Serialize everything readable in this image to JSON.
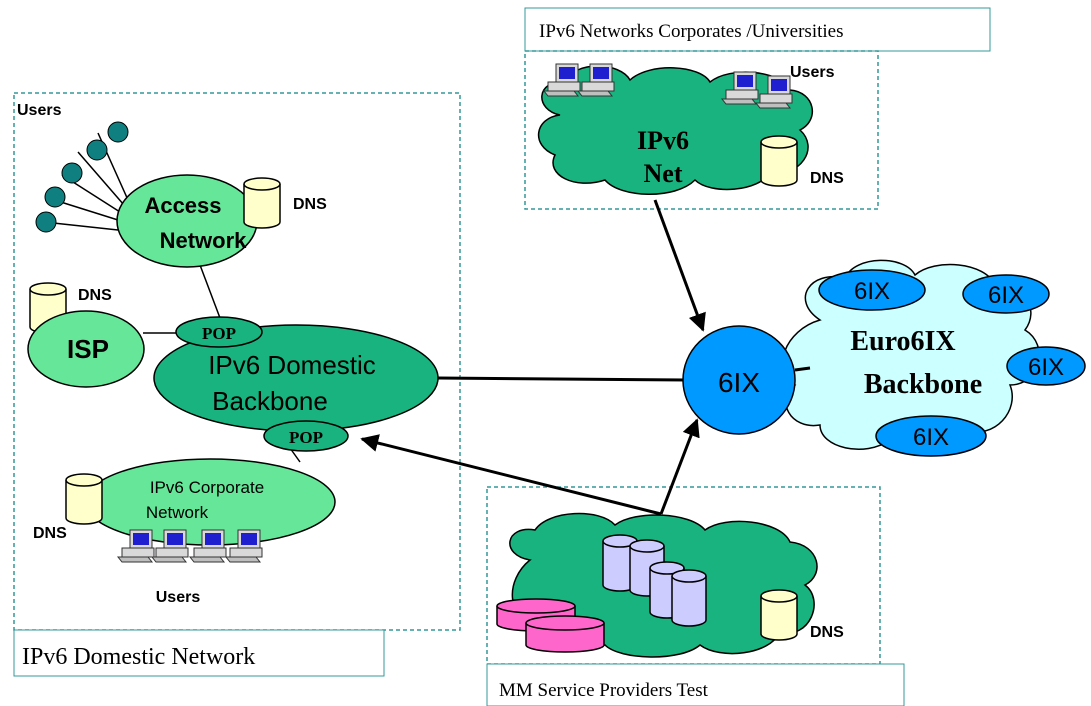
{
  "panels": {
    "corporates_title": "IPv6 Networks Corporates /Universities",
    "domestic_title": "IPv6  Domestic Network",
    "mm_title": "MM Service Providers Test"
  },
  "domestic": {
    "users_top": "Users",
    "access_network_line1": "Access",
    "access_network_line2": "Network",
    "dns_access": "DNS",
    "dns_isp": "DNS",
    "isp": "ISP",
    "pop_top": "POP",
    "backbone_line1": "IPv6 Domestic",
    "backbone_line2": "Backbone",
    "pop_bottom": "POP",
    "corporate_line1": "IPv6 Corporate",
    "corporate_line2": "Network",
    "dns_corporate": "DNS",
    "users_bottom": "Users"
  },
  "corporates": {
    "users": "Users",
    "cloud_line1": "IPv6",
    "cloud_line2": "Net",
    "dns": "DNS"
  },
  "euro6ix": {
    "node_main": "6IX",
    "backbone_line1": "Euro6IX",
    "backbone_line2": "Backbone",
    "node_top_left": "6IX",
    "node_top_right": "6IX",
    "node_right": "6IX",
    "node_bottom": "6IX"
  },
  "mm": {
    "dns": "DNS"
  },
  "colors": {
    "green": "#66e699",
    "blue": "#0099ff",
    "cloud_light": "#ccffff",
    "dns_cylinder": "#ffffcc",
    "server_cylinder": "#ccccff",
    "storage_disk": "#ff66cc",
    "teal_border": "#339999",
    "user_dot": "#0f7f7f"
  },
  "icons": [
    "user-dot-icon",
    "dns-cylinder-icon",
    "workstation-icon",
    "server-cylinder-icon",
    "storage-disk-icon",
    "cloud-icon",
    "arrow-icon"
  ]
}
